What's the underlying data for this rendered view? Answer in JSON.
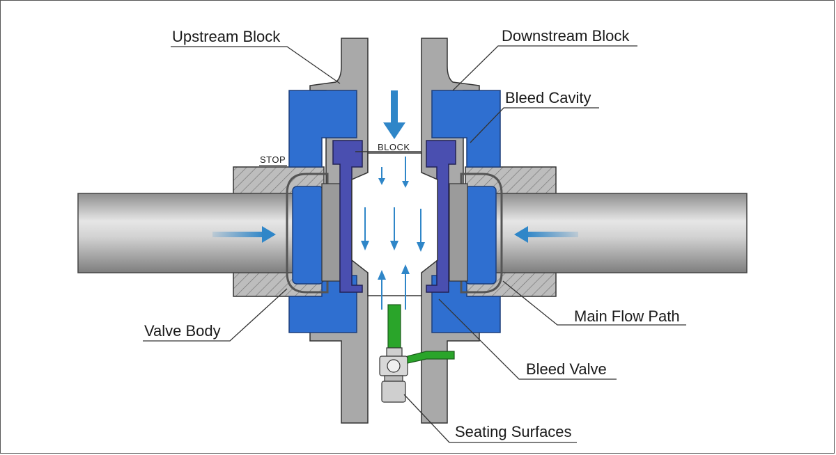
{
  "labels": {
    "upstream_block": "Upstream Block",
    "downstream_block": "Downstream Block",
    "bleed_cavity": "Bleed Cavity",
    "block_tag": "BLOCK",
    "stop_tag": "STOP",
    "valve_body": "Valve Body",
    "main_flow_path": "Main Flow Path",
    "bleed_valve": "Bleed Valve",
    "seating_surfaces": "Seating Surfaces"
  },
  "colors": {
    "body_blue": "#2f6fd0",
    "seat_purple": "#4a4fb0",
    "arrow_blue": "#2f86c8",
    "flange_gray": "#a9a9a9",
    "handle_green": "#2aa52a",
    "outline": "#333333"
  }
}
